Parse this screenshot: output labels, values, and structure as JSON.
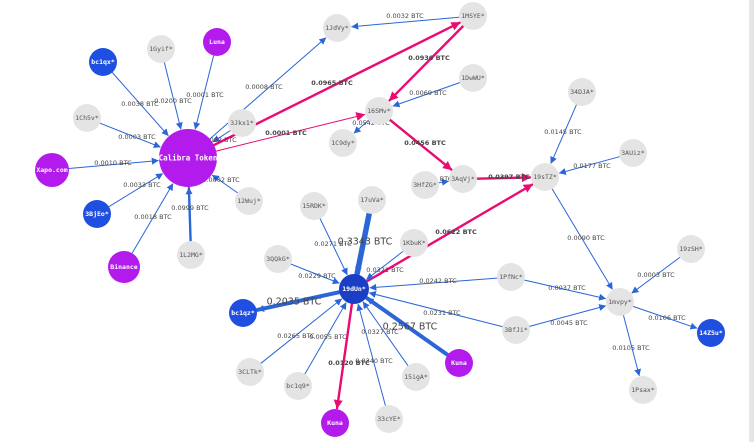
{
  "colors": {
    "node_grey": "#e4e4e4",
    "node_purple": "#b31bec",
    "node_blue": "#1f4fe0",
    "node_blue_dark": "#1a3fc4",
    "edge_blue": "#2a66d8",
    "edge_pink": "#ea0a72",
    "text_grey": "#555555",
    "text_white": "#ffffff"
  },
  "nodes": [
    {
      "id": "calibra",
      "label": "Calibra Token",
      "kind": "purple"
    },
    {
      "id": "luna",
      "label": "Luna",
      "kind": "purple"
    },
    {
      "id": "xapo",
      "label": "Xapo.com",
      "kind": "purple"
    },
    {
      "id": "binance",
      "label": "Binance",
      "kind": "purple"
    },
    {
      "id": "kuna1",
      "label": "Kuna",
      "kind": "purple"
    },
    {
      "id": "kuna2",
      "label": "Kuna",
      "kind": "purple"
    },
    {
      "id": "bc1qx",
      "label": "bc1qx*",
      "kind": "blue"
    },
    {
      "id": "3BjEo",
      "label": "3BjEo*",
      "kind": "blue"
    },
    {
      "id": "bc1qz",
      "label": "bc1qz*",
      "kind": "blue"
    },
    {
      "id": "14Z5u",
      "label": "14Z5u*",
      "kind": "blue"
    },
    {
      "id": "19dUn",
      "label": "19dUn*",
      "kind": "blue"
    },
    {
      "id": "1Gyif",
      "label": "1Gyif*",
      "kind": "grey"
    },
    {
      "id": "1Ch5v",
      "label": "1Ch5v*",
      "kind": "grey"
    },
    {
      "id": "3Jkx1",
      "label": "3Jkx1*",
      "kind": "grey"
    },
    {
      "id": "12Wuj",
      "label": "12Wuj*",
      "kind": "grey"
    },
    {
      "id": "1L2MG",
      "label": "1L2MG*",
      "kind": "grey"
    },
    {
      "id": "1JdVy",
      "label": "1JdVy*",
      "kind": "grey"
    },
    {
      "id": "1MSYE",
      "label": "1MSYE*",
      "kind": "grey"
    },
    {
      "id": "1DwWU",
      "label": "1DwWU*",
      "kind": "grey"
    },
    {
      "id": "16SMv",
      "label": "16SMv*",
      "kind": "grey"
    },
    {
      "id": "1C9dy",
      "label": "1C9dy*",
      "kind": "grey"
    },
    {
      "id": "3HfZG",
      "label": "3HfZG*",
      "kind": "grey"
    },
    {
      "id": "3AqVj",
      "label": "3AqVj*",
      "kind": "grey"
    },
    {
      "id": "19sTZ",
      "label": "19sTZ*",
      "kind": "grey"
    },
    {
      "id": "34DJA",
      "label": "34DJA*",
      "kind": "grey"
    },
    {
      "id": "3AUiz",
      "label": "3AUiz*",
      "kind": "grey"
    },
    {
      "id": "17uVa",
      "label": "17uVa*",
      "kind": "grey"
    },
    {
      "id": "15RDK",
      "label": "15RDK*",
      "kind": "grey"
    },
    {
      "id": "3QQkG",
      "label": "3QQkG*",
      "kind": "grey"
    },
    {
      "id": "1KbuK",
      "label": "1KbuK*",
      "kind": "grey"
    },
    {
      "id": "1PfNc",
      "label": "1PfNc*",
      "kind": "grey"
    },
    {
      "id": "1mvpy",
      "label": "1mvpy*",
      "kind": "grey"
    },
    {
      "id": "19zSH",
      "label": "19zSH*",
      "kind": "grey"
    },
    {
      "id": "3BfJi",
      "label": "3BfJi*",
      "kind": "grey"
    },
    {
      "id": "1Psax",
      "label": "1Psax*",
      "kind": "grey"
    },
    {
      "id": "3CLTk",
      "label": "3CLTk*",
      "kind": "grey"
    },
    {
      "id": "bc1q9",
      "label": "bc1q9*",
      "kind": "grey"
    },
    {
      "id": "15igA",
      "label": "15igA*",
      "kind": "grey"
    },
    {
      "id": "33cYE",
      "label": "33cYE*",
      "kind": "grey"
    }
  ],
  "edges": [
    {
      "from": "bc1qx",
      "to": "calibra",
      "label": "0.0038 BTC",
      "color": "blue",
      "weight": 1
    },
    {
      "from": "1Gyif",
      "to": "calibra",
      "label": "0.0200 BTC",
      "color": "blue",
      "weight": 1
    },
    {
      "from": "luna",
      "to": "calibra",
      "label": "0.0001 BTC",
      "color": "blue",
      "weight": 1
    },
    {
      "from": "1Ch5v",
      "to": "calibra",
      "label": "0.0003 BTC",
      "color": "blue",
      "weight": 1
    },
    {
      "from": "xapo",
      "to": "calibra",
      "label": "0.0010 BTC",
      "color": "blue",
      "weight": 1
    },
    {
      "from": "3BjEo",
      "to": "calibra",
      "label": "0.0033 BTC",
      "color": "blue",
      "weight": 1
    },
    {
      "from": "binance",
      "to": "calibra",
      "label": "0.0018 BTC",
      "color": "blue",
      "weight": 1
    },
    {
      "from": "1L2MG",
      "to": "calibra",
      "label": "0.0999 BTC",
      "color": "blue",
      "weight": 2
    },
    {
      "from": "12Wuj",
      "to": "calibra",
      "label": "0.0002 BTC",
      "color": "blue",
      "weight": 1
    },
    {
      "from": "3Jkx1",
      "to": "calibra",
      "label": "0.0002 BTC",
      "color": "blue",
      "weight": 1
    },
    {
      "from": "calibra",
      "to": "1JdVy",
      "label": "0.0008 BTC",
      "color": "blue",
      "weight": 1
    },
    {
      "from": "calibra",
      "to": "1MSYE",
      "label": "0.0965 BTC",
      "color": "pink",
      "weight": 2
    },
    {
      "from": "calibra",
      "to": "16SMv",
      "label": "0.0001 BTC",
      "color": "pink",
      "weight": 1
    },
    {
      "from": "1MSYE",
      "to": "1JdVy",
      "label": "0.0032 BTC",
      "color": "blue",
      "weight": 1
    },
    {
      "from": "1MSYE",
      "to": "16SMv",
      "label": "0.0936 BTC",
      "color": "pink",
      "weight": 2
    },
    {
      "from": "1DwWU",
      "to": "16SMv",
      "label": "0.0069 BTC",
      "color": "blue",
      "weight": 1
    },
    {
      "from": "16SMv",
      "to": "1C9dy",
      "label": "0.0542 BTC",
      "color": "blue",
      "weight": 1
    },
    {
      "from": "16SMv",
      "to": "3AqVj",
      "label": "0.0456 BTC",
      "color": "pink",
      "weight": 2
    },
    {
      "from": "3AqVj",
      "to": "19sTZ",
      "label": "0.0397 BTC",
      "color": "pink",
      "weight": 2
    },
    {
      "from": "3HfZG",
      "to": "3AqVj",
      "label": "BTC",
      "color": "blue",
      "weight": 1
    },
    {
      "from": "34DJA",
      "to": "19sTZ",
      "label": "0.0145 BTC",
      "color": "blue",
      "weight": 1
    },
    {
      "from": "3AUiz",
      "to": "19sTZ",
      "label": "0.0177 BTC",
      "color": "blue",
      "weight": 1
    },
    {
      "from": "19sTZ",
      "to": "1mvpy",
      "label": "0.0090 BTC",
      "color": "blue",
      "weight": 1
    },
    {
      "from": "19dUn",
      "to": "19sTZ",
      "label": "0.0622 BTC",
      "color": "pink",
      "weight": 2
    },
    {
      "from": "17uVa",
      "to": "19dUn",
      "label": "0.3343 BTC",
      "color": "blue",
      "weight": 5
    },
    {
      "from": "15RDK",
      "to": "19dUn",
      "label": "0.0271 BTC",
      "color": "blue",
      "weight": 1
    },
    {
      "from": "3QQkG",
      "to": "19dUn",
      "label": "0.0229 BTC",
      "color": "blue",
      "weight": 1
    },
    {
      "from": "1KbuK",
      "to": "19dUn",
      "label": "0.0321 BTC",
      "color": "blue",
      "weight": 1
    },
    {
      "from": "1PfNc",
      "to": "19dUn",
      "label": "0.0242 BTC",
      "color": "blue",
      "weight": 1
    },
    {
      "from": "3BfJi",
      "to": "19dUn",
      "label": "0.0231 BTC",
      "color": "blue",
      "weight": 1
    },
    {
      "from": "19dUn",
      "to": "bc1qz",
      "label": "0.2035 BTC",
      "color": "blue",
      "weight": 4
    },
    {
      "from": "3CLTk",
      "to": "19dUn",
      "label": "0.0265 BTC",
      "color": "blue",
      "weight": 1
    },
    {
      "from": "bc1q9",
      "to": "19dUn",
      "label": "0.0055 BTC",
      "color": "blue",
      "weight": 1
    },
    {
      "from": "19dUn",
      "to": "kuna2",
      "label": "0.0120 BTC",
      "color": "pink",
      "weight": 2
    },
    {
      "from": "33cYE",
      "to": "19dUn",
      "label": "0.0340 BTC",
      "color": "blue",
      "weight": 1
    },
    {
      "from": "15igA",
      "to": "19dUn",
      "label": "0.0327 BTC",
      "color": "blue",
      "weight": 1
    },
    {
      "from": "kuna1",
      "to": "19dUn",
      "label": "0.2567 BTC",
      "color": "blue",
      "weight": 4
    },
    {
      "from": "1PfNc",
      "to": "1mvpy",
      "label": "0.0037 BTC",
      "color": "blue",
      "weight": 1
    },
    {
      "from": "3BfJi",
      "to": "1mvpy",
      "label": "0.0045 BTC",
      "color": "blue",
      "weight": 1
    },
    {
      "from": "19zSH",
      "to": "1mvpy",
      "label": "0.0003 BTC",
      "color": "blue",
      "weight": 1
    },
    {
      "from": "1mvpy",
      "to": "14Z5u",
      "label": "0.0106 BTC",
      "color": "blue",
      "weight": 1
    },
    {
      "from": "1mvpy",
      "to": "1Psax",
      "label": "0.0105 BTC",
      "color": "blue",
      "weight": 1
    }
  ]
}
